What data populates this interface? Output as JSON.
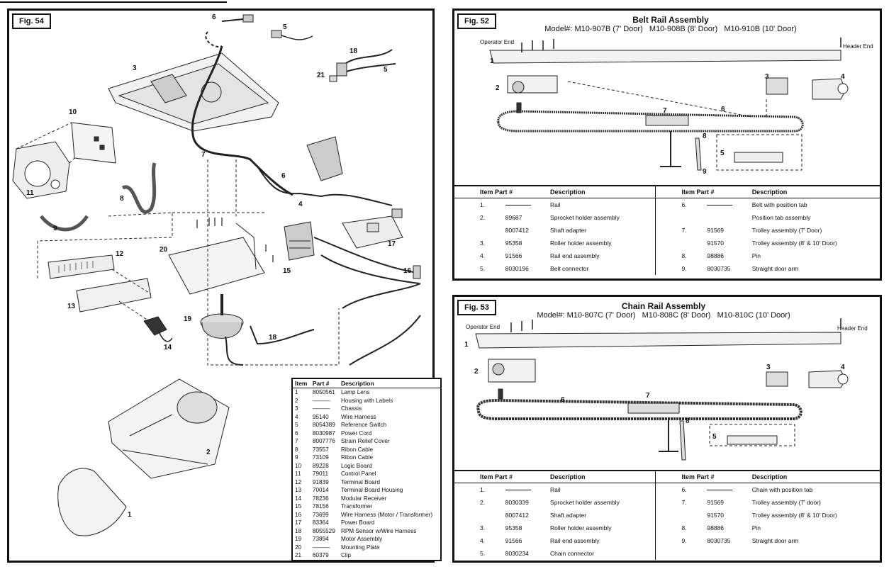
{
  "fig54": {
    "tag": "Fig. 54",
    "callouts": [
      "1",
      "2",
      "3",
      "4",
      "5",
      "5",
      "6",
      "6",
      "7",
      "8",
      "9",
      "10",
      "11",
      "12",
      "13",
      "14",
      "15",
      "16",
      "17",
      "18",
      "18",
      "19",
      "20",
      "21"
    ],
    "table": {
      "headers": [
        "Item",
        "Part #",
        "Description"
      ],
      "rows": [
        [
          "1",
          "8050561",
          "Lamp Lens"
        ],
        [
          "2",
          "———",
          "Housing with Labels"
        ],
        [
          "3",
          "———",
          "Chassis"
        ],
        [
          "4",
          "95140",
          "Wire Harness"
        ],
        [
          "5",
          "8054389",
          "Reference Switch"
        ],
        [
          "6",
          "8030987",
          "Power Cord"
        ],
        [
          "7",
          "8007776",
          "Strain Relief Cover"
        ],
        [
          "8",
          "73557",
          "Ribon Cable"
        ],
        [
          "9",
          "73109",
          "Ribon Cable"
        ],
        [
          "10",
          "89228",
          "Logic Board"
        ],
        [
          "11",
          "79011",
          "Control Panel"
        ],
        [
          "12",
          "91839",
          "Terminal Board"
        ],
        [
          "13",
          "70014",
          "Terminal Board Housing"
        ],
        [
          "14",
          "78236",
          "Modular Receiver"
        ],
        [
          "15",
          "78156",
          "Transformer"
        ],
        [
          "16",
          "73699",
          "Wire Harness (Motor / Transformer)"
        ],
        [
          "17",
          "83364",
          "Power Board"
        ],
        [
          "18",
          "8055529",
          "RPM Sensor w/Wire Harness"
        ],
        [
          "19",
          "73894",
          "Motor Assembly"
        ],
        [
          "20",
          "———",
          "Mounting Plate"
        ],
        [
          "21",
          "60379",
          "Clip"
        ]
      ]
    }
  },
  "fig52": {
    "tag": "Fig. 52",
    "title": "Belt Rail Assembly",
    "models": "Model#: M10-907B (7' Door)   M10-908B (8' Door)   M10-910B (10' Door)",
    "operator_end": "Operator End",
    "header_end": "Header End",
    "callouts": [
      "1",
      "2",
      "3",
      "4",
      "5",
      "6",
      "7",
      "8",
      "9"
    ],
    "headers": [
      "Item Part #",
      "Description",
      "Item Part #",
      "Description"
    ],
    "left": [
      [
        "1.",
        "",
        "Rail"
      ],
      [
        "2.",
        "89687",
        "Sprocket holder assembly"
      ],
      [
        "",
        "8007412",
        "Shaft adapter"
      ],
      [
        "3.",
        "95358",
        "Roller holder assembly"
      ],
      [
        "4.",
        "91566",
        "Rail end assembly"
      ],
      [
        "5.",
        "8030196",
        "Belt connector"
      ]
    ],
    "right": [
      [
        "6.",
        "",
        "Belt with position tab"
      ],
      [
        "",
        "",
        "Position tab assembly"
      ],
      [
        "7.",
        "91569",
        "Trolley assembly (7' Door)"
      ],
      [
        "",
        "91570",
        "Trolley assembly (8' & 10' Door)"
      ],
      [
        "8.",
        "98886",
        "Pin"
      ],
      [
        "9.",
        "8030735",
        "Straight door arm"
      ]
    ]
  },
  "fig53": {
    "tag": "Fig. 53",
    "title": "Chain Rail Assembly",
    "models": "Model#: M10-807C (7' Door)   M10-808C (8' Door)   M10-810C (10' Door)",
    "operator_end": "Operator End",
    "header_end": "Header End",
    "callouts": [
      "1",
      "2",
      "3",
      "4",
      "5",
      "6",
      "7",
      "8"
    ],
    "headers": [
      "Item Part #",
      "Description",
      "Item Part #",
      "Description"
    ],
    "left": [
      [
        "1.",
        "",
        "Rail"
      ],
      [
        "2.",
        "8030339",
        "Sprocket holder assembly"
      ],
      [
        "",
        "8007412",
        "Shaft adapter"
      ],
      [
        "3.",
        "95358",
        "Roller holder assembly"
      ],
      [
        "4.",
        "91566",
        "Rail end assembly"
      ],
      [
        "5.",
        "8030234",
        "Chain connector"
      ]
    ],
    "right": [
      [
        "6.",
        "",
        "Chain with position tab"
      ],
      [
        "7.",
        "91569",
        "Trolley assembly (7' door)"
      ],
      [
        "",
        "91570",
        "Trolley assembly (8' & 10' Door)"
      ],
      [
        "8.",
        "98886",
        "Pin"
      ],
      [
        "9.",
        "8030735",
        "Straight door arm"
      ]
    ]
  }
}
